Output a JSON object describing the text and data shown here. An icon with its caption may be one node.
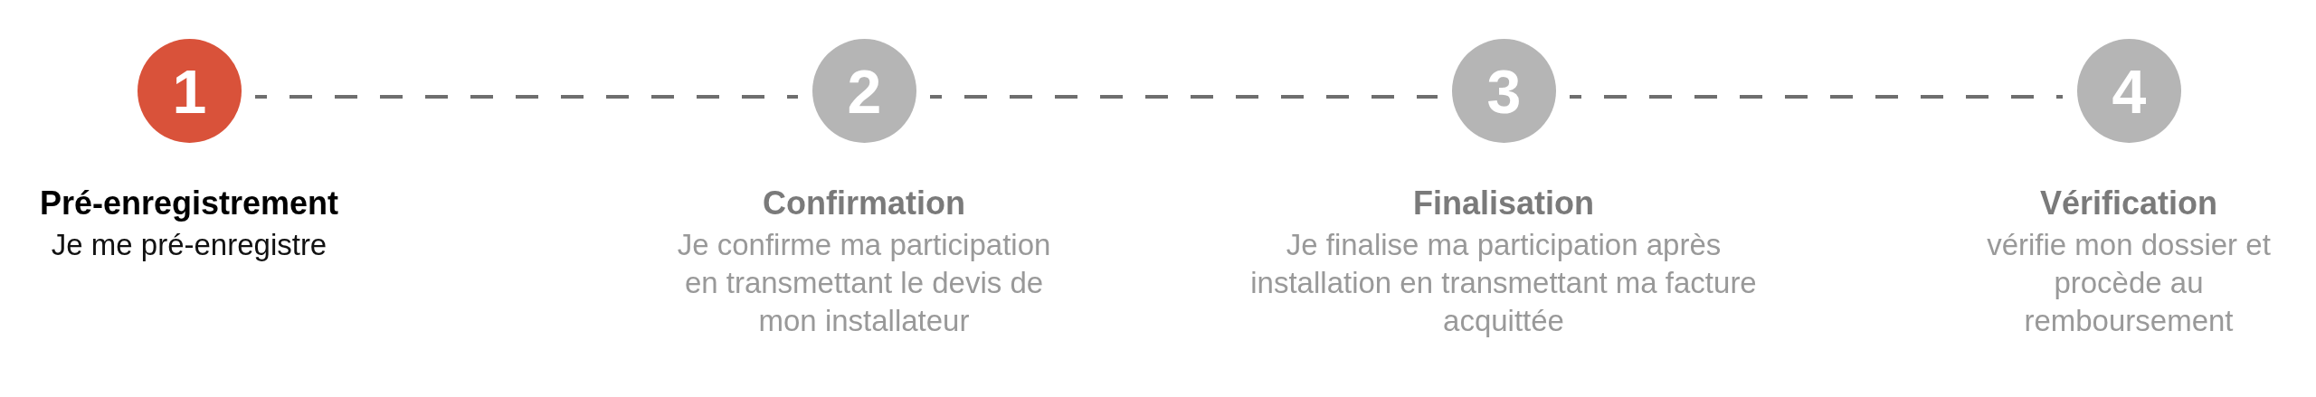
{
  "diagram": {
    "nodes": [
      {
        "text": [
          "1"
        ],
        "beside": [
          "Pré-enregistrement",
          "Je me pré-enregistre"
        ]
      },
      {
        "text": [
          "2"
        ],
        "beside": [
          "Confirmation",
          "Je confirme ma participation en transmettant le devis de mon installateur"
        ]
      },
      {
        "text": [
          "3"
        ],
        "beside": [
          "Finalisation",
          "Je finalise ma participation après installation en transmettant ma facture acquittée"
        ]
      },
      {
        "text": [
          "4"
        ],
        "beside": [
          "Vérification",
          "vérifie mon dossier et procède au remboursement"
        ]
      }
    ],
    "edges": [
      {
        "from": 0,
        "to": 1,
        "arrow": "none",
        "style": "dashed"
      },
      {
        "from": 1,
        "to": 2,
        "arrow": "none",
        "style": "dashed"
      },
      {
        "from": 2,
        "to": 3,
        "arrow": "none",
        "style": "dashed"
      }
    ]
  }
}
